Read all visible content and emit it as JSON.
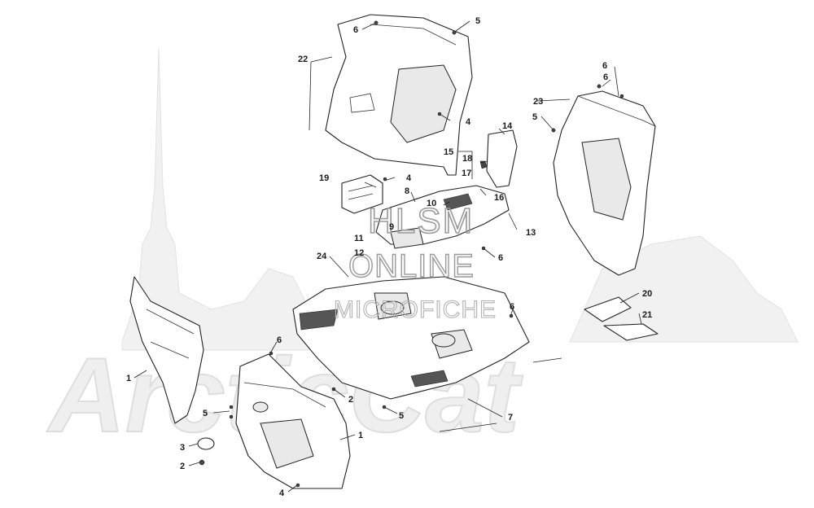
{
  "watermark": {
    "line1": "HLSM",
    "line2": "ONLINE",
    "line3": "MICROFICHE",
    "brand": "ArcticCat"
  },
  "callouts": [
    "22",
    "6",
    "5",
    "4",
    "15",
    "14",
    "18",
    "17",
    "16",
    "13",
    "10",
    "8",
    "9",
    "11",
    "12",
    "19",
    "4",
    "24",
    "6",
    "23",
    "5",
    "6",
    "20",
    "21",
    "6",
    "6",
    "7",
    "1",
    "6",
    "2",
    "5",
    "5",
    "1",
    "3",
    "2",
    "4"
  ],
  "colors": {
    "ink": "#222222",
    "watermark": "#9a9a9a",
    "background": "#ffffff"
  }
}
